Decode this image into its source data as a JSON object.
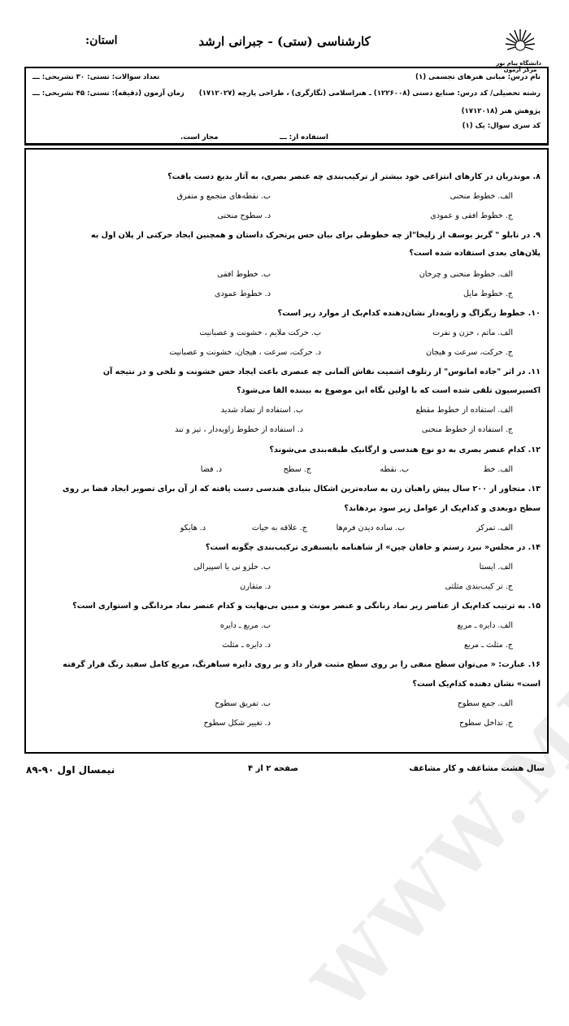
{
  "header": {
    "logo_caption_1": "دانشگاه پیام نور",
    "logo_caption_2": "مرکز آزمون",
    "exam_title": "کارشناسی (ستی) - جبرانی ارشد",
    "province_label": "استان:",
    "course_name": "نام درس:  مبانی هنرهای تجسمی (۱)",
    "field_code": "رشته تحصیلی/ کد درس:  صنایع دستی (۱۲۲۶۰۰۸) ـ هنراسلامی (نگارگری) ، طراحی پارچه (۱۷۱۲۰۲۷)",
    "field_code_2": "پژوهش هنر (۱۷۱۲۰۱۸)",
    "series_code": "کد سری سوال: یک (۱)",
    "q_count": "تعداد سوالات: تستی: ۳۰  تشریحی: ـــ",
    "exam_time": "زمان آزمون (دقیقه): تستی: ۴۵  تشریحی: ـــ",
    "allowed_use": "استفاده از: ـــ",
    "allowed_status": "مجاز است."
  },
  "questions": [
    {
      "stem": "۸. موندریان در کارهای انتزاعی خود بیشتر از ترکیب‌بندی چه عنصر بصری، به آثار بدیع دست یافت؟",
      "a": "الف. خطوط منحنی",
      "b": "ب. نقطه‌های متجمع و متفرق",
      "c": "ج. خطوط افقی و عمودی",
      "d": "د. سطوح منحنی"
    },
    {
      "stem": "۹. در تابلو \" گریز یوسف از زلیخا\"از چه خطوطی برای بیان حس پرتحرک داستان و همچنین ایجاد حرکتی از پلان اول به",
      "stem2": "پلان‌های بعدی استفاده شده است؟",
      "a": "الف. خطوط منحنی و چرخان",
      "b": "ب. خطوط افقی",
      "c": "ج. خطوط مایل",
      "d": "د. خطوط عمودی"
    },
    {
      "stem": "۱۰. خطوط زیگزاگ و زاویه‌دار نشان‌دهنده کدام‌یک از موارد زیر است؟",
      "a": "الف. ماتم ، حزن و نفرت",
      "b": "ب. حرکت ملایم ، خشونت و عصبانیت",
      "c": "ج. حرکت، سرعت و هیجان",
      "d": "د. حرکت، سرعت ، هیجان، خشونت و عصبانیت"
    },
    {
      "stem": "۱۱. در اثر \"جاده امانوس\" از  رتلوف اشمیت نقاش آلمانی چه عنصری باعث ایجاد حس خشونت و تلخی و در نتیجه آن",
      "stem2": "اکسپرسیون تلقی شده است که با اولین نگاه این موضوع به بیننده القا می‌شود؟",
      "a": "الف. استفاده از خطوط مقطع",
      "b": "ب. استفاده از تضاد شدید",
      "c": "ج. استفاده از خطوط منحنی",
      "d": "د. استفاده از خطوط زاویه‌دار ، تیز و تند"
    },
    {
      "stem": "۱۲. کدام عنصر بصری به دو نوع هندسی و ارگانیک طبقه‌بندی می‌شوند؟",
      "a": "الف. خط",
      "b": "ب. نقطه",
      "c": "ج. سطح",
      "d": "د. فضا"
    },
    {
      "stem": "۱۳. متجاوز از ۲۰۰ سال پیش راهبان زن به ساده‌ترین اشکال بنیادی هندسی دست یافته که از آن برای تصویر ایجاد فضا بر روی",
      "stem2": "سطح دوبعدی و کدام‌یک از عوامل زیر سود بردهاند؟",
      "a": "الف. تمرکز",
      "b": "ب. ساده دیدن فرم‌ها",
      "c": "ج. علاقه به حیات",
      "d": "د. هایکو"
    },
    {
      "stem": "۱۴. در مجلس« نبرد رستم و خاقان چین» از شاهنامه بایسنقری ترکیب‌بندی چگونه است؟",
      "a": "الف. ایستا",
      "b": "ب. حلزو نی یا اسپیرالی",
      "c": "ج. تر کیب‌بندی مثلثی",
      "d": "د. متقارن"
    },
    {
      "stem": "۱۵. به ترتیب کدام‌یک از عناصر زیر نماد زنانگی و عنصر مونث و مبین بی‌نهایت و کدام عنصر نماد مردانگی و استواری است؟",
      "a": "الف. دایره ـ مربع",
      "b": "ب. مربع ـ دایره",
      "c": "ج. مثلث ـ مربع",
      "d": "د. دایره ـ مثلث"
    },
    {
      "stem": "۱۶. عبارت: « می‌توان سطح منفی را بر روی سطح مثبت قرار داد و بر روی دایره سیاهرنگ، مربع کامل سفید رنگ قرار گرفته",
      "stem2": "است» نشان دهنده کدام‌یک است؟",
      "a": "الف. جمع سطوح",
      "b": "ب. تفریق سطوح",
      "c": "ج. تداخل سطوح",
      "d": "د. تغییر شکل سطوح"
    }
  ],
  "watermark": "WWW.MFEWAR.COM",
  "footer": {
    "right": "سال هشت مشاغف و کار مشاغف",
    "center": "صفحه ۲ از ۴",
    "left": "نیمسال اول ۹۰-۸۹"
  }
}
